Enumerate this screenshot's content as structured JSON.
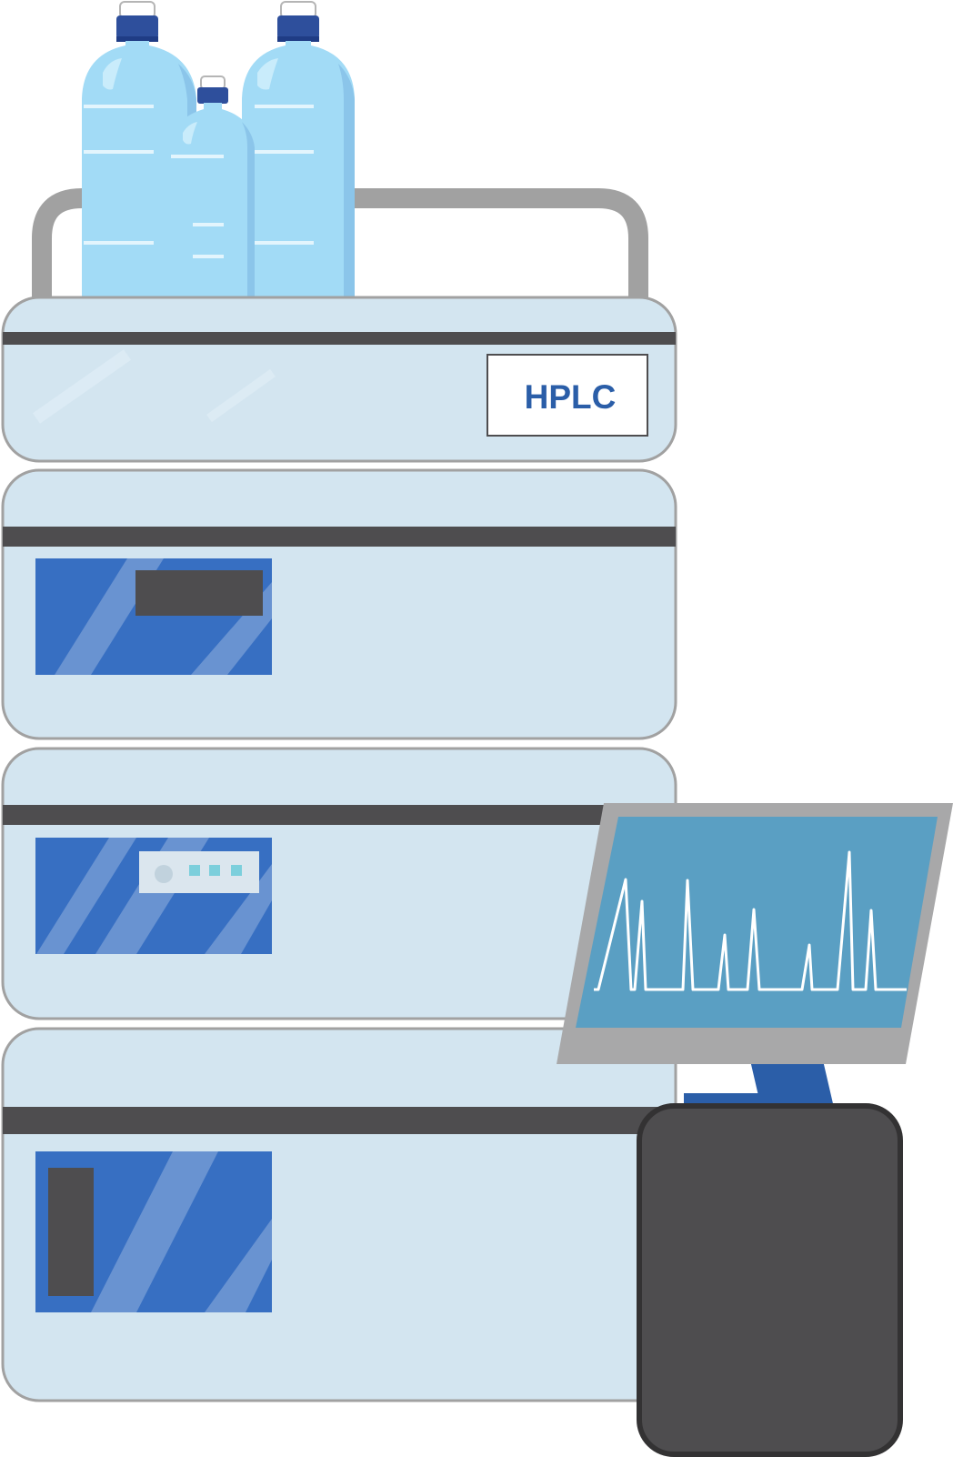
{
  "label": {
    "text": "HPLC"
  },
  "colors": {
    "module_body": "#d3e5f0",
    "module_outline": "#a1a1a1",
    "dark_band": "#4e4d4f",
    "panel_blue": "#376fc2",
    "bottle_body": "#a2dbf6",
    "bottle_cap": "#2e4f9c",
    "handle": "#a1a1a1",
    "monitor_frame": "#a8a8a9",
    "screen": "#5a9fc3",
    "trace": "#ffffff",
    "stand": "#2b5ea8",
    "computer_case": "#4e4d4f",
    "label_text": "#2b5ea8",
    "indicator_lights": "#7ccfdc"
  },
  "components": {
    "bottles": [
      "solvent-bottle-left",
      "solvent-bottle-middle",
      "solvent-bottle-right"
    ],
    "modules": [
      "solvent-tray-module",
      "pump-module",
      "autosampler-module",
      "column-oven-module"
    ],
    "icons": [
      "monitor-icon",
      "computer-case-icon",
      "chromatogram-icon"
    ]
  }
}
